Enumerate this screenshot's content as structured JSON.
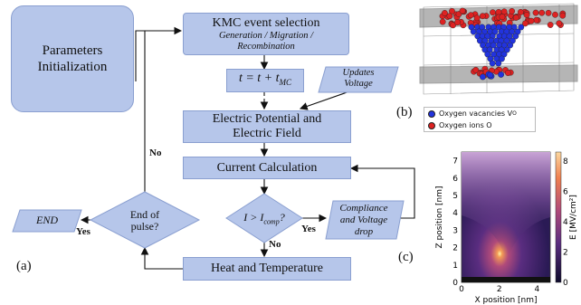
{
  "flowchart": {
    "params": "Parameters\nInitialization",
    "kmc_title": "KMC event selection",
    "kmc_sub": "Generation / Migration /\nRecombination",
    "time_update": "t = t + t",
    "time_sub": "MC",
    "updates_voltage": "Updates\nVoltage",
    "electric": "Electric Potential and\nElectric Field",
    "current": "Current Calculation",
    "compare_main": "I > I",
    "compare_sub": "comp",
    "compliance": "Compliance\nand Voltage\ndrop",
    "heat": "Heat and Temperature",
    "end_pulse": "End of\npulse?",
    "end": "END",
    "yes": "Yes",
    "no": "No",
    "label_a": "(a)"
  },
  "panel_b": {
    "label": "(b)",
    "legend": [
      {
        "text": "Oxygen vacancies V",
        "sub": "O",
        "color": "#2233dd"
      },
      {
        "text": "Oxygen ions O",
        "sub": "",
        "color": "#dd2222"
      }
    ]
  },
  "panel_c": {
    "label": "(c)",
    "x_label": "X position [nm]",
    "y_label": "Z position [nm]",
    "cbar_label": "E [MV/cm²]",
    "x_ticks": [
      "0",
      "2",
      "4"
    ],
    "y_ticks": [
      "0",
      "1",
      "2",
      "3",
      "4",
      "5",
      "6",
      "7"
    ],
    "cbar_ticks": [
      "0",
      "2",
      "4",
      "6",
      "8"
    ]
  }
}
